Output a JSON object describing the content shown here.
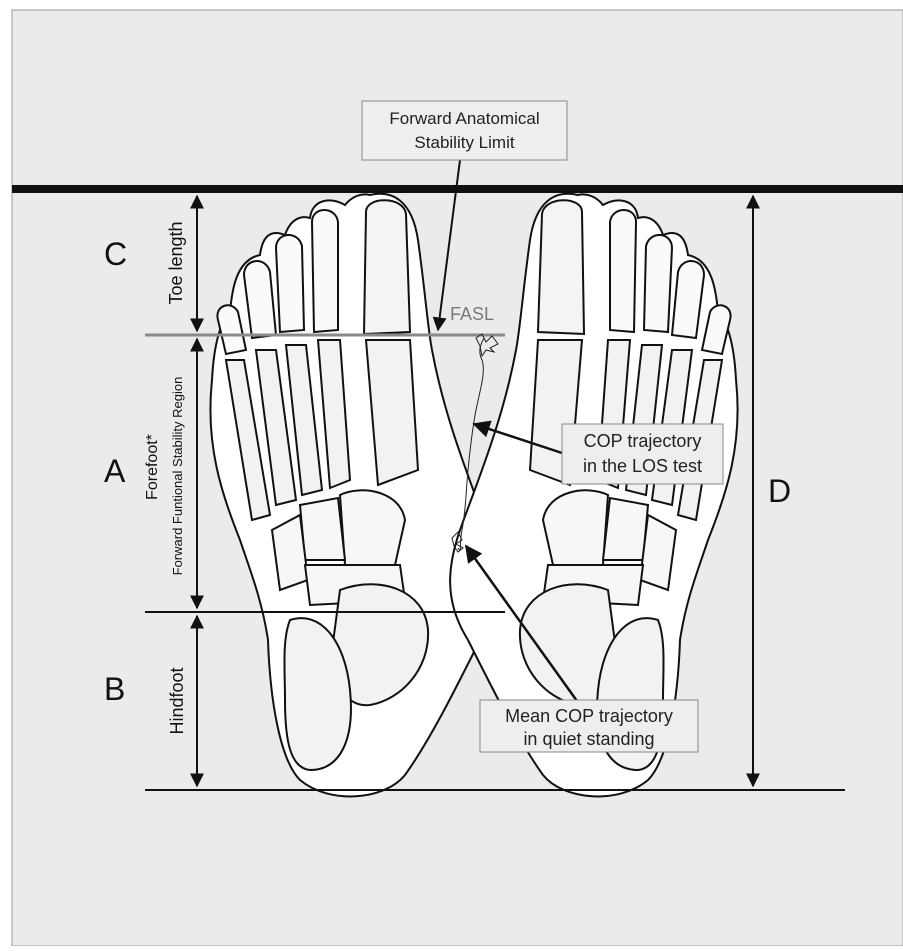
{
  "callouts": {
    "fasl_box": {
      "line1": "Forward Anatomical",
      "line2": "Stability Limit"
    },
    "los_box": {
      "line1": "COP trajectory",
      "line2": "in the LOS test"
    },
    "quiet_box": {
      "line1": "Mean COP trajectory",
      "line2": "in quiet standing"
    }
  },
  "labels": {
    "fasl": "FASL",
    "region_c": "C",
    "region_a": "A",
    "region_b": "B",
    "region_d": "D",
    "toe_length": "Toe length",
    "forefoot": "Forefoot*",
    "forward_region": "Forward Funtional Stability Region",
    "hindfoot": "Hindfoot"
  },
  "colors": {
    "background": "#ebebeb",
    "callout_fill": "#eeeeee",
    "fasl_line": "#8a8a8a",
    "fasl_text": "#7a7a7a",
    "ink": "#111111"
  }
}
